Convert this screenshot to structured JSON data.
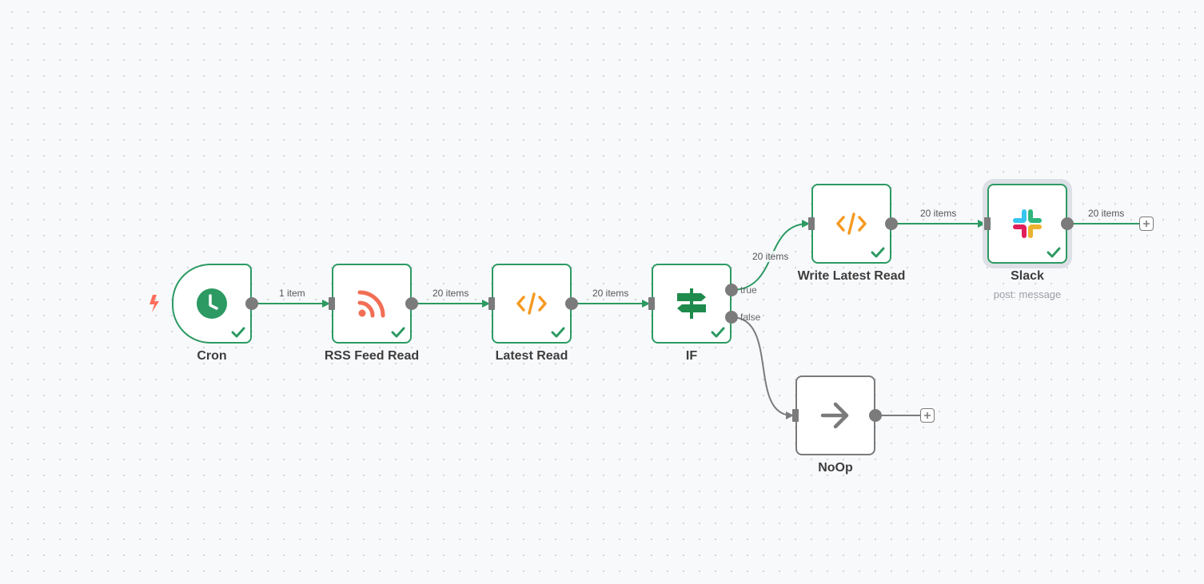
{
  "workflow": {
    "nodes": {
      "cron": {
        "title": "Cron",
        "icon": "clock-icon",
        "status": "success"
      },
      "rss": {
        "title": "RSS Feed Read",
        "icon": "rss-icon",
        "status": "success"
      },
      "latest_read": {
        "title": "Latest Read",
        "icon": "code-icon",
        "status": "success"
      },
      "if": {
        "title": "IF",
        "icon": "signpost-icon",
        "status": "success"
      },
      "write_latest_read": {
        "title": "Write Latest Read",
        "icon": "code-icon",
        "status": "success"
      },
      "slack": {
        "title": "Slack",
        "subtitle": "post: message",
        "icon": "slack-icon",
        "status": "success"
      },
      "noop": {
        "title": "NoOp",
        "icon": "arrow-right-icon",
        "status": "idle"
      }
    },
    "edges": {
      "cron_rss": "1 item",
      "rss_latest": "20 items",
      "latest_if": "20 items",
      "if_write": "20 items",
      "write_slack": "20 items",
      "slack_out": "20 items"
    },
    "branches": {
      "true": "true",
      "false": "false"
    }
  },
  "colors": {
    "success": "#2c9a62",
    "neutral": "#7a7a7a",
    "trigger": "#ff6d5a",
    "rss": "#f26e55",
    "code": "#f59a23",
    "if": "#1e8a4c"
  }
}
